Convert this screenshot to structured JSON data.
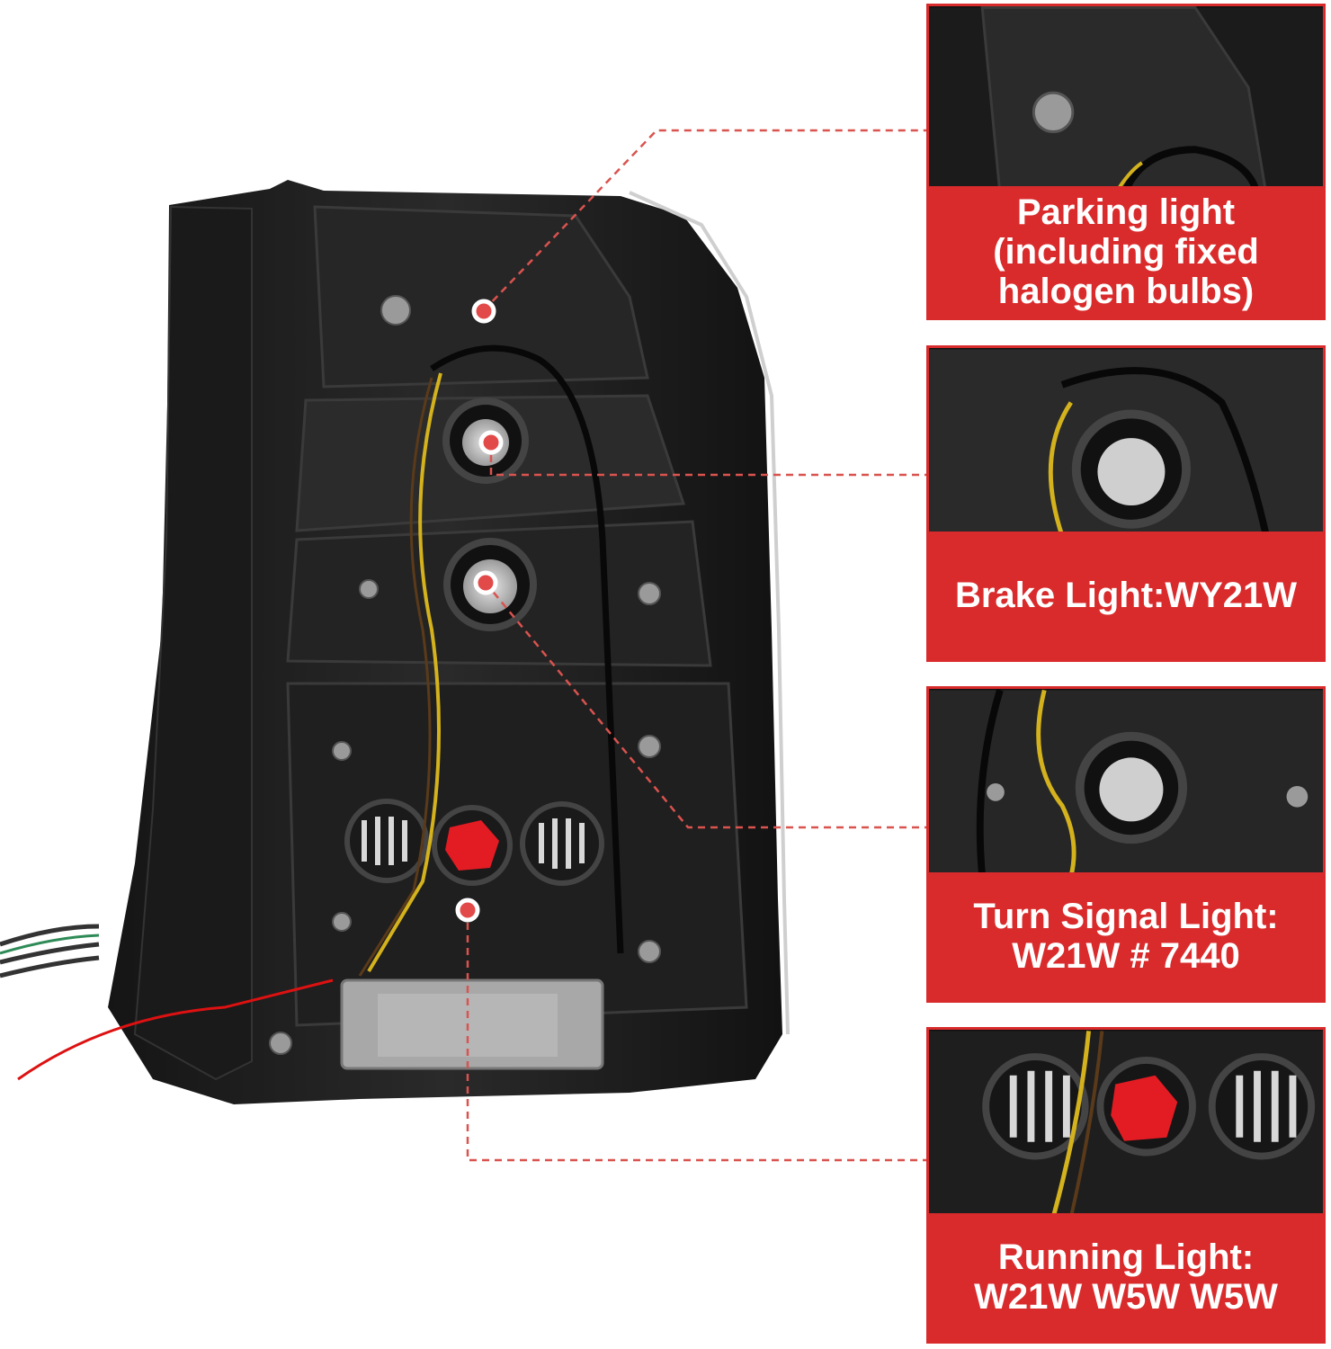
{
  "colors": {
    "accent": "#d92b2c",
    "background": "#ffffff",
    "label_text": "#ffffff"
  },
  "callouts": [
    {
      "label": "Parking light\n(including fixed\nhalogen bulbs)"
    },
    {
      "label": "Brake Light:WY21W"
    },
    {
      "label": "Turn Signal Light:\nW21W # 7440"
    },
    {
      "label": "Running Light:\nW21W W5W W5W"
    }
  ]
}
